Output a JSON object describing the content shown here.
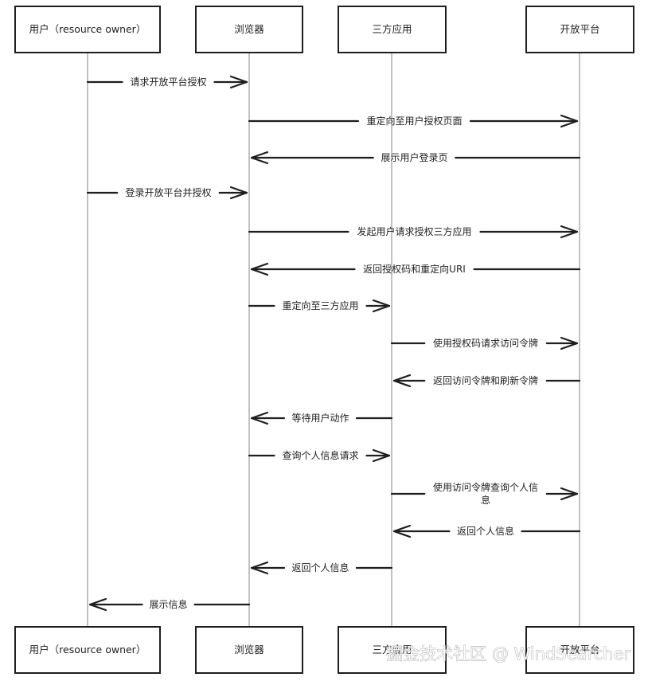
{
  "participants": [
    {
      "id": "user",
      "label": "用户（resource owner）"
    },
    {
      "id": "browser",
      "label": "浏览器"
    },
    {
      "id": "app",
      "label": "三方应用"
    },
    {
      "id": "platform",
      "label": "开放平台"
    }
  ],
  "messages": [
    {
      "from": "user",
      "to": "browser",
      "label": "请求开放平台授权"
    },
    {
      "from": "browser",
      "to": "platform",
      "label": "重定向至用户授权页面"
    },
    {
      "from": "platform",
      "to": "browser",
      "label": "展示用户登录页"
    },
    {
      "from": "user",
      "to": "browser",
      "label": "登录开放平台并授权"
    },
    {
      "from": "browser",
      "to": "platform",
      "label": "发起用户请求授权三方应用"
    },
    {
      "from": "platform",
      "to": "browser",
      "label": "返回授权码和重定向URI"
    },
    {
      "from": "browser",
      "to": "app",
      "label": "重定向至三方应用"
    },
    {
      "from": "app",
      "to": "platform",
      "label": "使用授权码请求访问令牌"
    },
    {
      "from": "platform",
      "to": "app",
      "label": "返回访问令牌和刷新令牌"
    },
    {
      "from": "app",
      "to": "browser",
      "label": "等待用户动作"
    },
    {
      "from": "browser",
      "to": "app",
      "label": "查询个人信息请求"
    },
    {
      "from": "app",
      "to": "platform",
      "label": "使用访问令牌查询个人信\n息"
    },
    {
      "from": "platform",
      "to": "app",
      "label": "返回个人信息"
    },
    {
      "from": "app",
      "to": "browser",
      "label": "返回个人信息"
    },
    {
      "from": "browser",
      "to": "user",
      "label": "展示信息"
    }
  ],
  "watermark": "掘金技术社区 @ WindSearcher"
}
